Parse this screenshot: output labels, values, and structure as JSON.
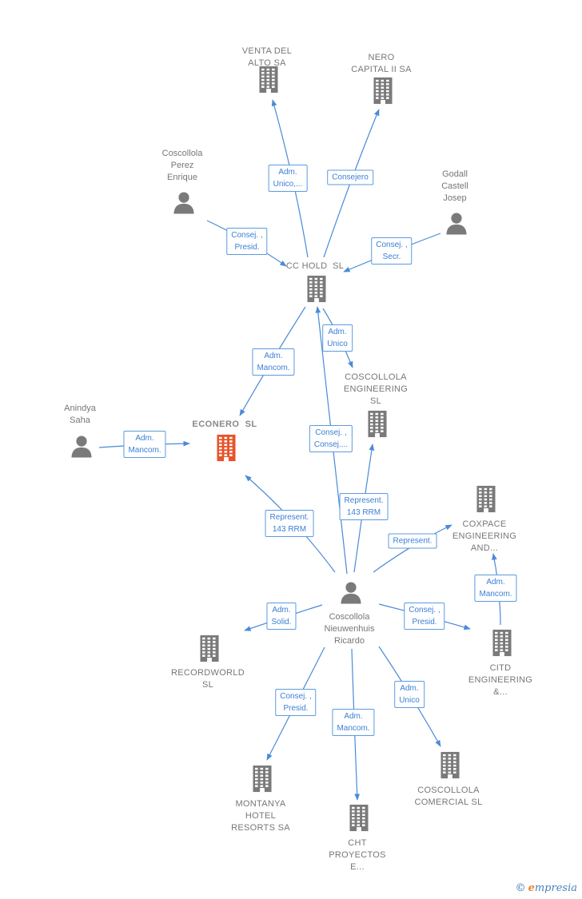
{
  "colors": {
    "edge": "#4a8ad8",
    "edge_label_text": "#3d7fd4",
    "building": "#7a7a7a",
    "building_focus": "#e8542a",
    "person": "#7a7a7a"
  },
  "nodes": [
    {
      "id": "venta",
      "type": "company",
      "label": "VENTA DEL\nALTO SA"
    },
    {
      "id": "nero",
      "type": "company",
      "label": "NERO\nCAPITAL II SA"
    },
    {
      "id": "coscollola_pe",
      "type": "person",
      "label": "Coscollola\nPerez\nEnrique"
    },
    {
      "id": "godall",
      "type": "person",
      "label": "Godall\nCastell\nJosep"
    },
    {
      "id": "ccHold",
      "type": "company",
      "label": "CC HOLD  SL"
    },
    {
      "id": "coscEng",
      "type": "company",
      "label": "COSCOLLOLA\nENGINEERING\nSL"
    },
    {
      "id": "anindya",
      "type": "person",
      "label": "Anindya\nSaha"
    },
    {
      "id": "econero",
      "type": "focus",
      "label": "ECONERO  SL"
    },
    {
      "id": "coxpace",
      "type": "company",
      "label": "COXPACE\nENGINEERING\nAND..."
    },
    {
      "id": "ricardo",
      "type": "person",
      "label": "Coscollola\nNieuwenhuis\nRicardo"
    },
    {
      "id": "recordworld",
      "type": "company",
      "label": "RECORDWORLD\nSL"
    },
    {
      "id": "citd",
      "type": "company",
      "label": "CITD\nENGINEERING\n&..."
    },
    {
      "id": "montanya",
      "type": "company",
      "label": "MONTANYA\nHOTEL\nRESORTS SA"
    },
    {
      "id": "cht",
      "type": "company",
      "label": "CHT\nPROYECTOS\nE..."
    },
    {
      "id": "coscCom",
      "type": "company",
      "label": "COSCOLLOLA\nCOMERCIAL SL"
    }
  ],
  "edges": [
    {
      "from": "ccHold",
      "to": "venta",
      "label": "Adm.\nUnico,..."
    },
    {
      "from": "ccHold",
      "to": "nero",
      "label": "Consejero"
    },
    {
      "from": "coscollola_pe",
      "to": "ccHold",
      "label": "Consej. ,\nPresid."
    },
    {
      "from": "godall",
      "to": "ccHold",
      "label": "Consej. ,\nSecr."
    },
    {
      "from": "ccHold",
      "to": "coscEng",
      "label": "Adm.\nUnico"
    },
    {
      "from": "ccHold",
      "to": "econero",
      "label": "Adm.\nMancom."
    },
    {
      "from": "ricardo",
      "to": "ccHold",
      "label": "Consej. ,\nConsej...."
    },
    {
      "from": "anindya",
      "to": "econero",
      "label": "Adm.\nMancom."
    },
    {
      "from": "ricardo",
      "to": "econero",
      "label": "Represent.\n143 RRM"
    },
    {
      "from": "ricardo",
      "to": "coscEng",
      "label": "Represent.\n143 RRM"
    },
    {
      "from": "ricardo",
      "to": "coxpace",
      "label": "Represent."
    },
    {
      "from": "citd",
      "to": "coxpace",
      "label": "Adm.\nMancom."
    },
    {
      "from": "ricardo",
      "to": "recordworld",
      "label": "Adm.\nSolid."
    },
    {
      "from": "ricardo",
      "to": "citd",
      "label": "Consej. ,\nPresid."
    },
    {
      "from": "ricardo",
      "to": "montanya",
      "label": "Consej. ,\nPresid."
    },
    {
      "from": "ricardo",
      "to": "cht",
      "label": "Adm.\nMancom."
    },
    {
      "from": "ricardo",
      "to": "coscCom",
      "label": "Adm.\nUnico"
    }
  ],
  "footer": {
    "copyright": "©",
    "brand_e": "e",
    "brand_rest": "mpresia"
  }
}
